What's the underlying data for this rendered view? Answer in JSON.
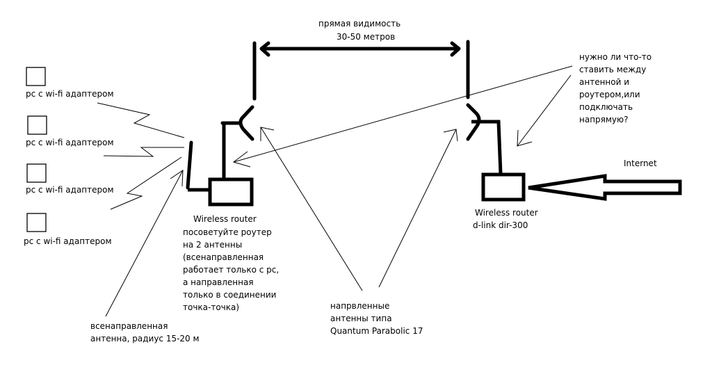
{
  "title": "Wireless point-to-point link sketch",
  "pcs": [
    {
      "label": "pc c wi-fi адаптером"
    },
    {
      "label": "pc c wi-fi адаптером"
    },
    {
      "label": "pc c wi-fi адаптером"
    },
    {
      "label": "pc c wi-fi адаптером"
    }
  ],
  "line_of_sight": {
    "line1": "прямая видимость",
    "line2": "30-50 метров"
  },
  "left_router": {
    "title": "Wireless router",
    "note": [
      "посоветуйте роутер",
      "на 2 антенны",
      "(всенаправленная",
      "работает только с pc,",
      "а направленная",
      "только в соединении",
      "точка-точка)"
    ]
  },
  "right_router": {
    "title": "Wireless router",
    "model": "d-link dir-300"
  },
  "question": [
    "нужно ли что-то",
    "ставить между",
    "антенной и",
    "роутером,или",
    "подключать",
    "напрямую?"
  ],
  "internet_label": "Internet",
  "omni_antenna": [
    "всенаправленная",
    "антенна, радиус 15-20 м"
  ],
  "directional_antennas": [
    "напрвленные",
    "антенны типа",
    "Quantum Parabolic 17"
  ],
  "colors": {
    "ink": "#000000",
    "paper": "#ffffff"
  }
}
